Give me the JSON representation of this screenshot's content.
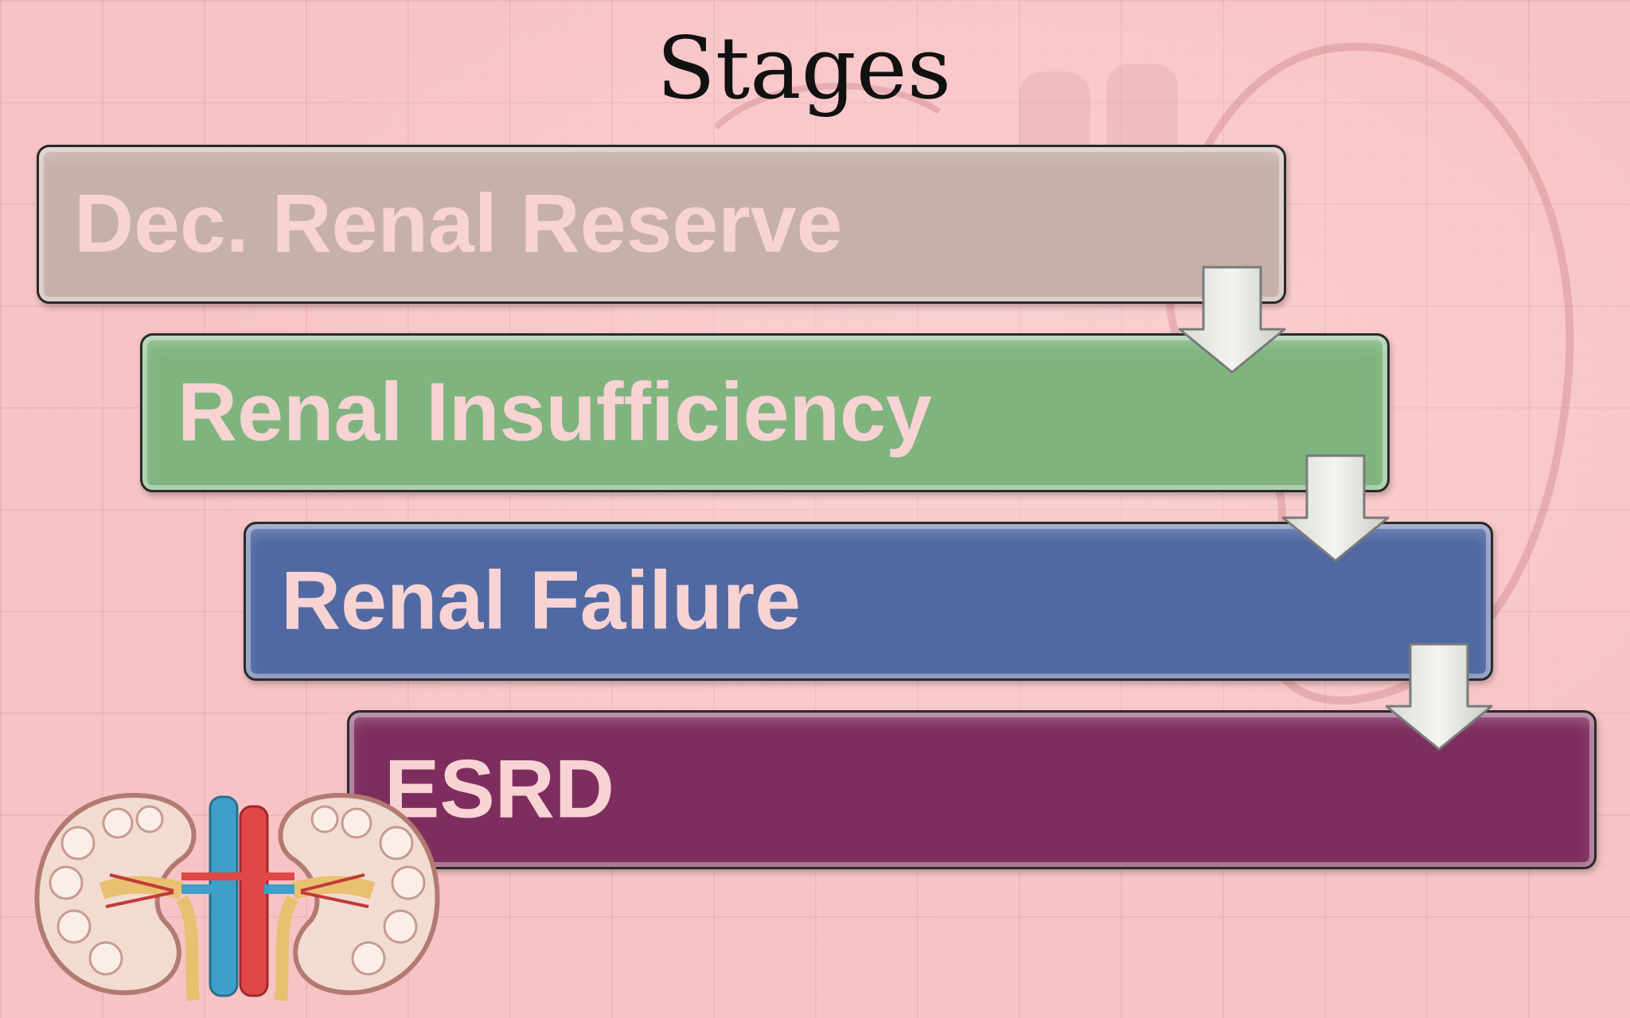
{
  "title": "Stages",
  "stages": [
    {
      "label": "Dec. Renal Reserve",
      "color": "#c6b0aa"
    },
    {
      "label": "Renal Insufficiency",
      "color": "#7fb47f"
    },
    {
      "label": "Renal Failure",
      "color": "#5069a2"
    },
    {
      "label": "ESRD",
      "color": "#7e2e5e"
    }
  ],
  "connectors": [
    {
      "icon": "down-arrow-icon"
    },
    {
      "icon": "down-arrow-icon"
    },
    {
      "icon": "down-arrow-icon"
    }
  ],
  "decorations": {
    "background_icon": "kidney-outline-icon",
    "illustration_icon": "kidney-pair-icon"
  }
}
